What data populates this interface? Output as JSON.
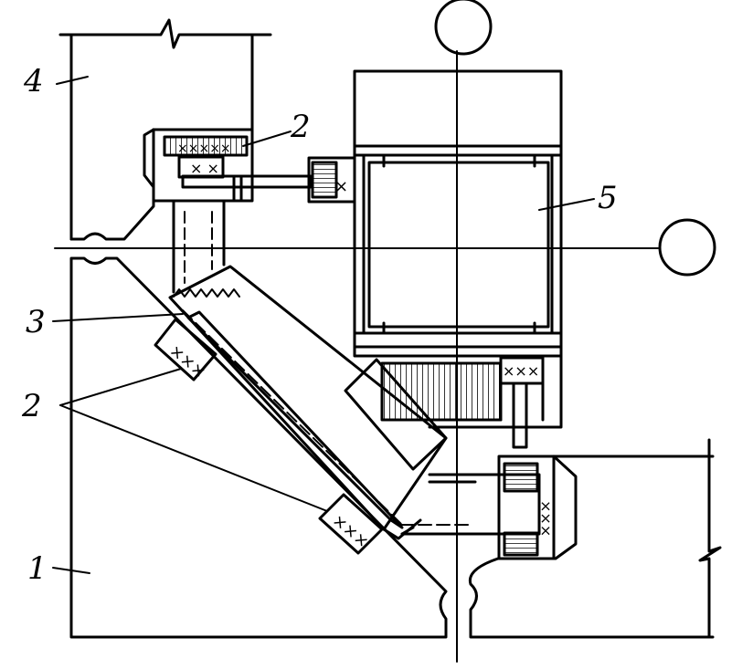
{
  "labels": {
    "l1": "1",
    "l2_top": "2",
    "l2_bottom": "2",
    "l3": "3",
    "l4": "4",
    "l5": "5"
  },
  "colors": {
    "ink": "#000000",
    "paper": "#ffffff"
  }
}
